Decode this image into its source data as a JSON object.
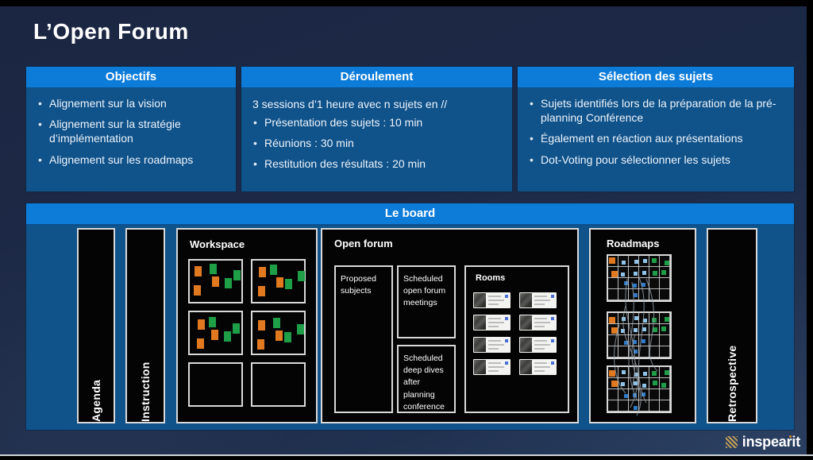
{
  "title": "L’Open Forum",
  "columns": [
    {
      "header": "Objectifs",
      "bullets": [
        "Alignement sur la vision",
        "Alignement sur la stratégie d’implémentation",
        "Alignement sur les roadmaps"
      ]
    },
    {
      "header": "Déroulement",
      "intro": "3 sessions d’1 heure avec n sujets en //",
      "bullets": [
        "Présentation des sujets : 10 min",
        "Réunions : 30 min",
        "Restitution des résultats : 20 min"
      ]
    },
    {
      "header": "Sélection des sujets",
      "bullets": [
        "Sujets identifiés lors de la préparation de la pré-planning Conférence",
        "Également en réaction aux présentations",
        "Dot-Voting pour sélectionner les sujets"
      ]
    }
  ],
  "board": {
    "header": "Le board",
    "agenda_label": "Agenda",
    "instruction_label": "Instruction",
    "retrospective_label": "Retrospective",
    "workspace_title": "Workspace",
    "open_forum_title": "Open forum",
    "proposed_box": "Proposed subjects",
    "scheduled_meetings_box": "Scheduled open forum meetings",
    "scheduled_deep_dives_box": "Scheduled deep dives after planning conference",
    "rooms_label": "Rooms",
    "rooms_count": 8,
    "roadmaps_title": "Roadmaps",
    "roadmap_grid_count": 3,
    "workspace_filled_boxes": 4,
    "workspace_empty_boxes": 2
  },
  "logo_text": "inspearit",
  "colors": {
    "header_blue": "#0d7cd9",
    "panel_blue": "#10528a",
    "background_navy": "#1c2743",
    "note_orange": "#e0791f",
    "note_green": "#1f9e48",
    "dot_lightblue": "#8fc4ea",
    "dot_blue": "#2e7bc8",
    "logo_gold": "#c59f55"
  }
}
